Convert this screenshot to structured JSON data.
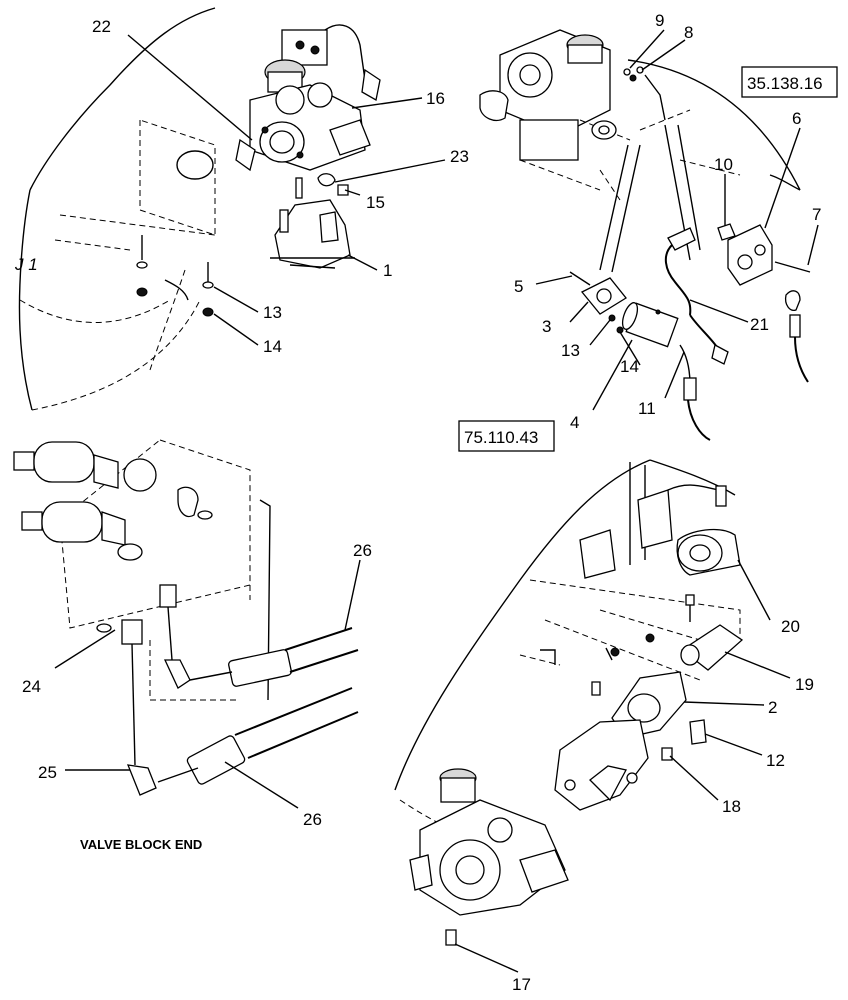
{
  "callouts": {
    "c1": "1",
    "c2": "2",
    "c3": "3",
    "c4": "4",
    "c5": "5",
    "c6": "6",
    "c7": "7",
    "c8": "8",
    "c9": "9",
    "c10": "10",
    "c11": "11",
    "c12": "12",
    "c13a": "13",
    "c13b": "13",
    "c14a": "14",
    "c14b": "14",
    "c15": "15",
    "c16": "16",
    "c17": "17",
    "c18": "18",
    "c19": "19",
    "c20": "20",
    "c21": "21",
    "c22": "22",
    "c23": "23",
    "c24": "24",
    "c25": "25",
    "c26a": "26",
    "c26b": "26"
  },
  "references": {
    "ref_top": "35.138.16",
    "ref_mid": "75.110.43"
  },
  "captions": {
    "valve_block_end": "VALVE BLOCK END"
  }
}
